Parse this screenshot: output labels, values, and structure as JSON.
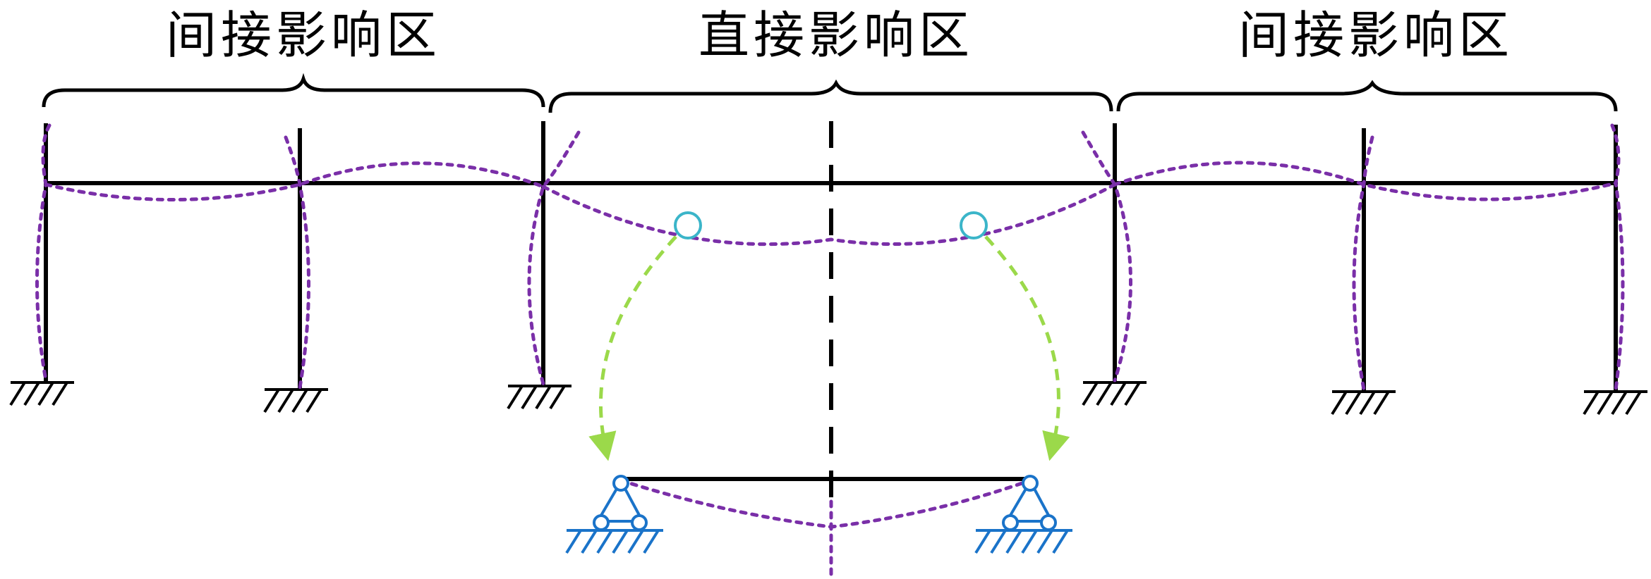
{
  "labels": {
    "left_zone": "间接影响区",
    "center_zone": "直接影响区",
    "right_zone": "间接影响区"
  },
  "colors": {
    "structure": "#000000",
    "deformed_shape": "#7a2fa8",
    "hinge_marker": "#3bb5c9",
    "transfer_arrow": "#9bd94a",
    "substructure_support": "#1a73c9",
    "background": "#ffffff"
  },
  "icons": {
    "fixed_support": "fixed-support-icon",
    "pin_support": "pin-support-icon",
    "hinge_marker": "circle-marker-icon",
    "arrow": "dashed-arrow-icon"
  }
}
